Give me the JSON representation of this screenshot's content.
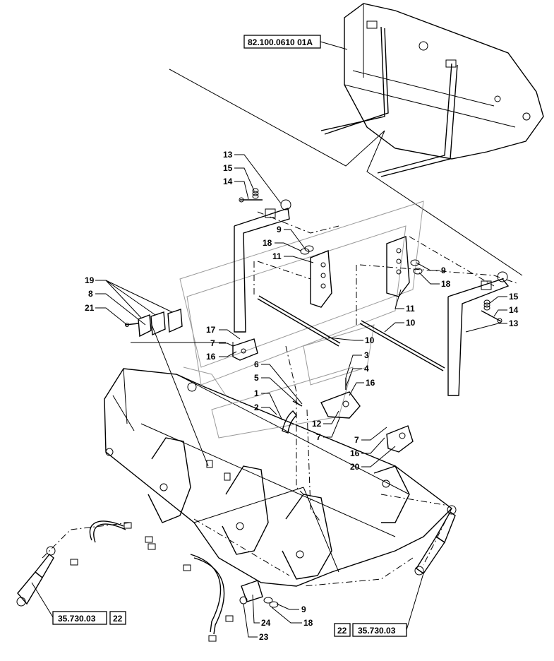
{
  "references": {
    "bucket_assembly": "82.100.0610 01A",
    "cylinder_left": "35.730.03",
    "cylinder_left_page": "22",
    "cylinder_right": "35.730.03",
    "cylinder_right_page": "22"
  },
  "callouts": {
    "c13a": "13",
    "c15a": "15",
    "c14a": "14",
    "c9a": "9",
    "c18a": "18",
    "c11a": "11",
    "c19": "19",
    "c8": "8",
    "c21": "21",
    "c17": "17",
    "c7a": "7",
    "c16a": "16",
    "c10a": "10",
    "c6": "6",
    "c5": "5",
    "c1": "1",
    "c2": "2",
    "c3": "3",
    "c4": "4",
    "c16b": "16",
    "c12": "12",
    "c7b": "7",
    "c7c": "7",
    "c16c": "16",
    "c20": "20",
    "c11b": "11",
    "c10b": "10",
    "c9b": "9",
    "c18b": "18",
    "c15b": "15",
    "c14b": "14",
    "c13b": "13",
    "c9c": "9",
    "c24": "24",
    "c18c": "18",
    "c23": "23"
  }
}
